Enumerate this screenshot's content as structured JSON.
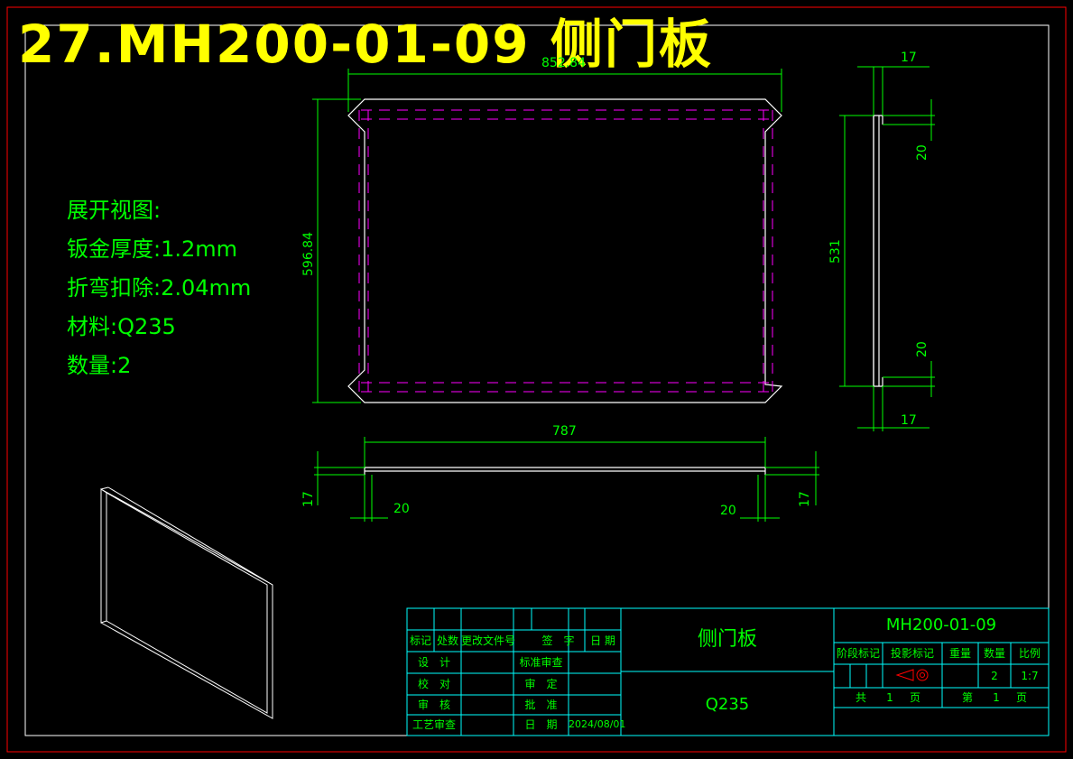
{
  "title": "27.MH200-01-09 侧门板",
  "notes": {
    "heading": "展开视图:",
    "thickness": "钣金厚度:1.2mm",
    "bend_deduction": "折弯扣除:2.04mm",
    "material": "材料:Q235",
    "quantity": "数量:2"
  },
  "dimensions": {
    "flat_width": "852.84",
    "flat_height": "596.84",
    "bottom_length": "787",
    "side_height": "531",
    "flange_17_top": "17",
    "flange_17_bottom": "17",
    "flange_20_top": "20",
    "flange_20_bottom": "20",
    "left_17": "17",
    "left_20": "20",
    "right_20": "20",
    "right_17": "17"
  },
  "title_block": {
    "headers": {
      "mark": "标记",
      "count": "处数",
      "change_doc": "更改文件号",
      "signature": "签　字",
      "date": "日 期"
    },
    "design": "设　计",
    "std_review": "标准审查",
    "check": "校　对",
    "audit": "审　定",
    "review": "审　核",
    "approve": "批　准",
    "process_review": "工艺审查",
    "date_label": "日　期",
    "date_value": "2024/08/01",
    "part_name": "侧门板",
    "material": "Q235",
    "drawing_number": "MH200-01-09",
    "stage_mark": "阶段标记",
    "projection_mark": "投影标记",
    "weight": "重量",
    "quantity_label": "数量",
    "scale_label": "比例",
    "quantity_value": "2",
    "scale_value": "1:7",
    "total_label": "共",
    "total_value": "1",
    "total_unit": "页",
    "sheet_label": "第",
    "sheet_value": "1",
    "sheet_unit": "页"
  },
  "colors": {
    "border": "#ff0000",
    "outline": "#ffffff",
    "dimension": "#00ff00",
    "bend_line": "#ff00ff",
    "title": "#ffff00",
    "title_block": "#00ffff"
  }
}
